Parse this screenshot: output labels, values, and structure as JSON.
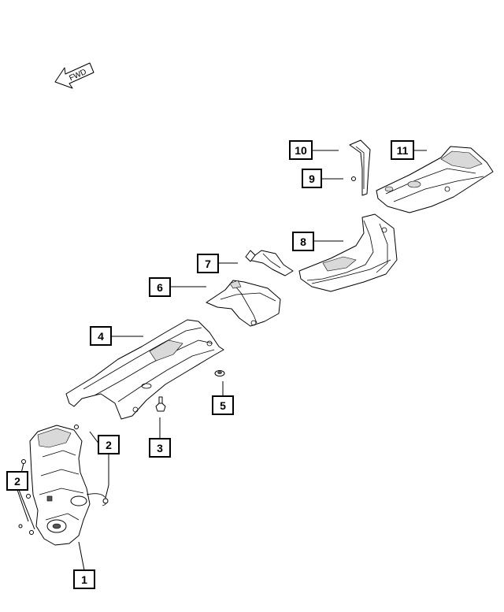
{
  "fwd_label": "FWD",
  "callouts": {
    "c1": "1",
    "c2a": "2",
    "c2b": "2",
    "c3": "3",
    "c4": "4",
    "c5": "5",
    "c6": "6",
    "c7": "7",
    "c8": "8",
    "c9": "9",
    "c10": "10",
    "c11": "11"
  }
}
